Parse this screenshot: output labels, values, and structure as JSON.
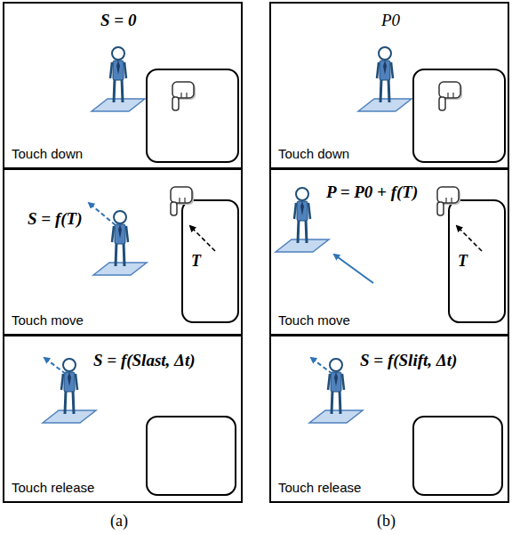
{
  "diagram": {
    "nodes": [
      {
        "text": [
          "S = 0",
          "Touch down"
        ]
      },
      {
        "text": [
          "S = f(T)",
          "T",
          "Touch move"
        ]
      },
      {
        "text": [
          "S = f(Slast, Δt)",
          "Touch release"
        ]
      },
      {
        "text": [
          "P0",
          "Touch down"
        ]
      },
      {
        "text": [
          "P = P0 + f(T)",
          "T",
          "Touch move"
        ]
      },
      {
        "text": [
          "S = f(Slift, Δt)",
          "Touch release"
        ]
      }
    ],
    "edges": [],
    "labels": [
      "(a)",
      "(b)"
    ]
  }
}
